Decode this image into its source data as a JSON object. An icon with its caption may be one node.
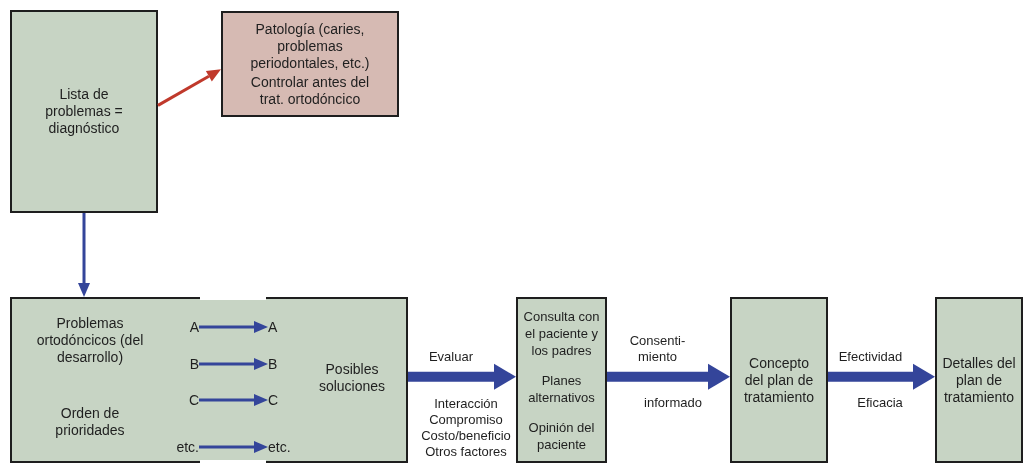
{
  "diagram": {
    "nodes": [
      {
        "text": [
          "Lista de problemas = diagnóstico"
        ]
      },
      {
        "text": [
          "Patología (caries, problemas periodontales, etc.)",
          "Controlar antes del trat. ortodóncico"
        ]
      },
      {
        "text": [
          "Problemas ortodóncicos (del desarrollo)",
          "Orden de prioridades",
          "Posibles soluciones"
        ]
      },
      {
        "text": [
          "A"
        ],
        "in": 2
      },
      {
        "text": [
          "A"
        ],
        "in": 2
      },
      {
        "text": [
          "B"
        ],
        "in": 2
      },
      {
        "text": [
          "B"
        ],
        "in": 2
      },
      {
        "text": [
          "C"
        ],
        "in": 2
      },
      {
        "text": [
          "C"
        ],
        "in": 2
      },
      {
        "text": [
          "etc."
        ],
        "in": 2
      },
      {
        "text": [
          "etc."
        ],
        "in": 2
      },
      {
        "text": [
          "Consulta con el paciente y los padres",
          "Planes alternativos",
          "Opinión del paciente"
        ]
      },
      {
        "text": [
          "Concepto del plan de tratamiento"
        ]
      },
      {
        "text": [
          "Detalles del plan de tratamiento"
        ]
      }
    ],
    "edges": [
      {
        "from": 0,
        "to": 1,
        "arrow": "to",
        "color": "#c0392b"
      },
      {
        "from": 0,
        "to": 2,
        "arrow": "to"
      },
      {
        "from": 3,
        "to": 4,
        "arrow": "to"
      },
      {
        "from": 5,
        "to": 6,
        "arrow": "to"
      },
      {
        "from": 7,
        "to": 8,
        "arrow": "to"
      },
      {
        "from": 9,
        "to": 10,
        "arrow": "to"
      },
      {
        "from": 2,
        "to": 11,
        "arrow": "to",
        "label": "Evaluar",
        "style": "thick"
      },
      {
        "from": 11,
        "to": 12,
        "arrow": "to",
        "label": "Consenti- miento",
        "style": "thick"
      },
      {
        "from": 12,
        "to": 13,
        "arrow": "to",
        "label": "Efectividad",
        "style": "thick"
      }
    ],
    "labels": [
      "Interacción",
      "Compromiso",
      "Costo/beneficio",
      "Otros factores",
      "informado",
      "Eficacia"
    ]
  }
}
